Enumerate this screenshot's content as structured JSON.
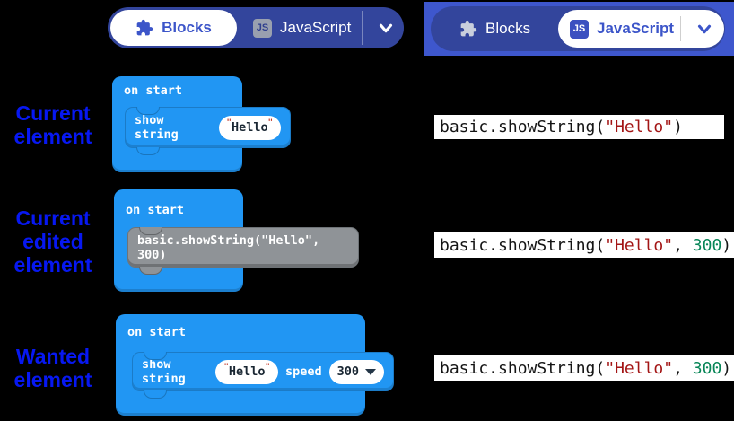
{
  "colors": {
    "background": "#000000",
    "block_blue": "#2196f3",
    "block_grey": "#8f9397",
    "toggle_navy": "#33459c",
    "header_blue": "#3e57cd",
    "accent_blue": "#3c55c9",
    "code_string_red": "#a31515",
    "code_number_green": "#098658",
    "label_blue": "#0718f2"
  },
  "quote": "\"",
  "toggle_left": {
    "blocks_label": "Blocks",
    "js_badge": "JS",
    "js_label": "JavaScript"
  },
  "toggle_right": {
    "blocks_label": "Blocks",
    "js_badge": "JS",
    "js_label": "JavaScript"
  },
  "rows": [
    {
      "label_lines": [
        "Current",
        "element"
      ],
      "block": {
        "hat": "on start",
        "label": "show string",
        "value": "Hello"
      },
      "code": {
        "prefix": "basic.showString(",
        "string": "\"Hello\"",
        "close": ")"
      }
    },
    {
      "label_lines": [
        "Current",
        "edited",
        "element"
      ],
      "block": {
        "hat": "on start",
        "grey_text": "basic.showString(\"Hello\", 300)"
      },
      "code": {
        "prefix": "basic.showString(",
        "string": "\"Hello\"",
        "comma": ", ",
        "number": "300",
        "close": ")"
      }
    },
    {
      "label_lines": [
        "Wanted",
        "element"
      ],
      "block": {
        "hat": "on start",
        "label": "show string",
        "value": "Hello",
        "speed_label": "speed",
        "speed_value": "300"
      },
      "code": {
        "prefix": "basic.showString(",
        "string": "\"Hello\"",
        "comma": ", ",
        "number": "300",
        "close": ")"
      }
    }
  ]
}
